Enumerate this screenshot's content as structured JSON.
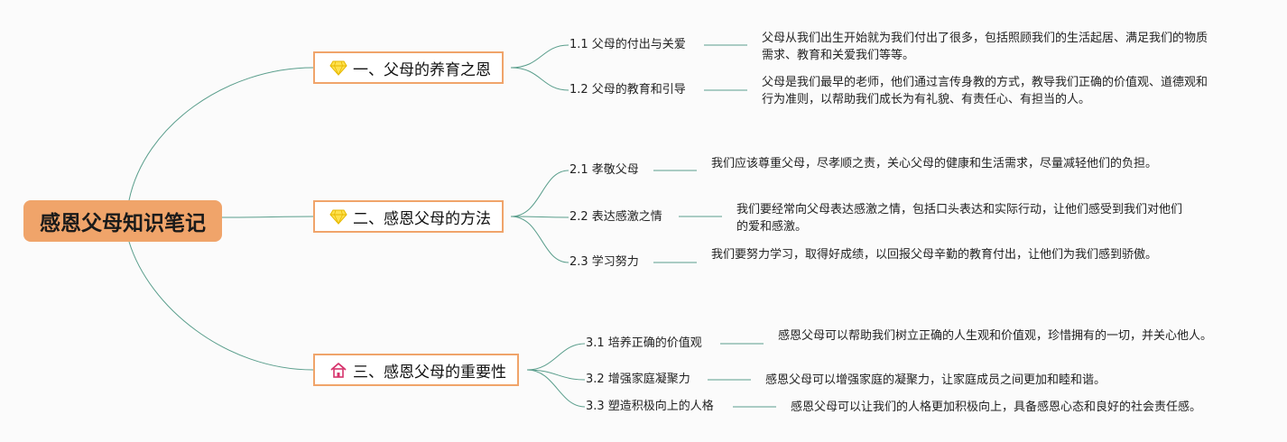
{
  "root": {
    "title": "感恩父母知识笔记"
  },
  "colors": {
    "accent": "#f0a46a",
    "link": "#5a9e8c"
  },
  "branches": [
    {
      "label": "一、父母的养育之恩",
      "icon": "diamond-icon",
      "children": [
        {
          "label": "1.1 父母的付出与关爱",
          "desc": "父母从我们出生开始就为我们付出了很多，包括照顾我们的生活起居、满足我们的物质需求、教育和关爱我们等等。"
        },
        {
          "label": "1.2 父母的教育和引导",
          "desc": "父母是我们最早的老师，他们通过言传身教的方式，教导我们正确的价值观、道德观和行为准则，以帮助我们成长为有礼貌、有责任心、有担当的人。"
        }
      ]
    },
    {
      "label": "二、感恩父母的方法",
      "icon": "diamond-icon",
      "children": [
        {
          "label": "2.1 孝敬父母",
          "desc": "我们应该尊重父母，尽孝顺之责，关心父母的健康和生活需求，尽量减轻他们的负担。"
        },
        {
          "label": "2.2 表达感激之情",
          "desc": "我们要经常向父母表达感激之情，包括口头表达和实际行动，让他们感受到我们对他们的爱和感激。"
        },
        {
          "label": "2.3 学习努力",
          "desc": "我们要努力学习，取得好成绩，以回报父母辛勤的教育付出，让他们为我们感到骄傲。"
        }
      ]
    },
    {
      "label": "三、感恩父母的重要性",
      "icon": "house-icon",
      "children": [
        {
          "label": "3.1 培养正确的价值观",
          "desc": "感恩父母可以帮助我们树立正确的人生观和价值观，珍惜拥有的一切，并关心他人。"
        },
        {
          "label": "3.2 增强家庭凝聚力",
          "desc": "感恩父母可以增强家庭的凝聚力，让家庭成员之间更加和睦和谐。"
        },
        {
          "label": "3.3 塑造积极向上的人格",
          "desc": "感恩父母可以让我们的人格更加积极向上，具备感恩心态和良好的社会责任感。"
        }
      ]
    }
  ]
}
